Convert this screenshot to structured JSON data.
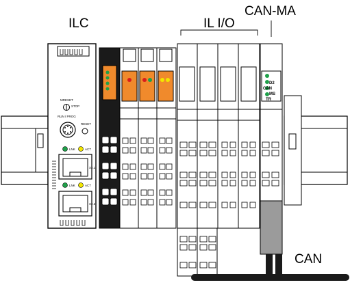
{
  "labels": {
    "ilc": "ILC",
    "il_io": "IL I/O",
    "can_ma": "CAN-MA",
    "can": "CAN"
  },
  "controller": {
    "mreset": "MRESET",
    "stop": "STOP",
    "run_prog": "RUN / PROG",
    "reset": "RESET",
    "lnk_1": "LNK",
    "act_1": "ACT",
    "lnk_2": "LNK",
    "act_2": "ACT",
    "port_1": "X2.1",
    "port_2": "X2.2"
  },
  "can_module_leds": [
    "D2",
    "CAN",
    "MS",
    "TR"
  ],
  "colors": {
    "module_orange": "#f08a2c",
    "led_green": "#1fa14a",
    "led_yellow": "#f2e600",
    "led_red": "#d81d1d",
    "cable_gray": "#9b9b9b",
    "bus_black": "#1a1a1a"
  }
}
